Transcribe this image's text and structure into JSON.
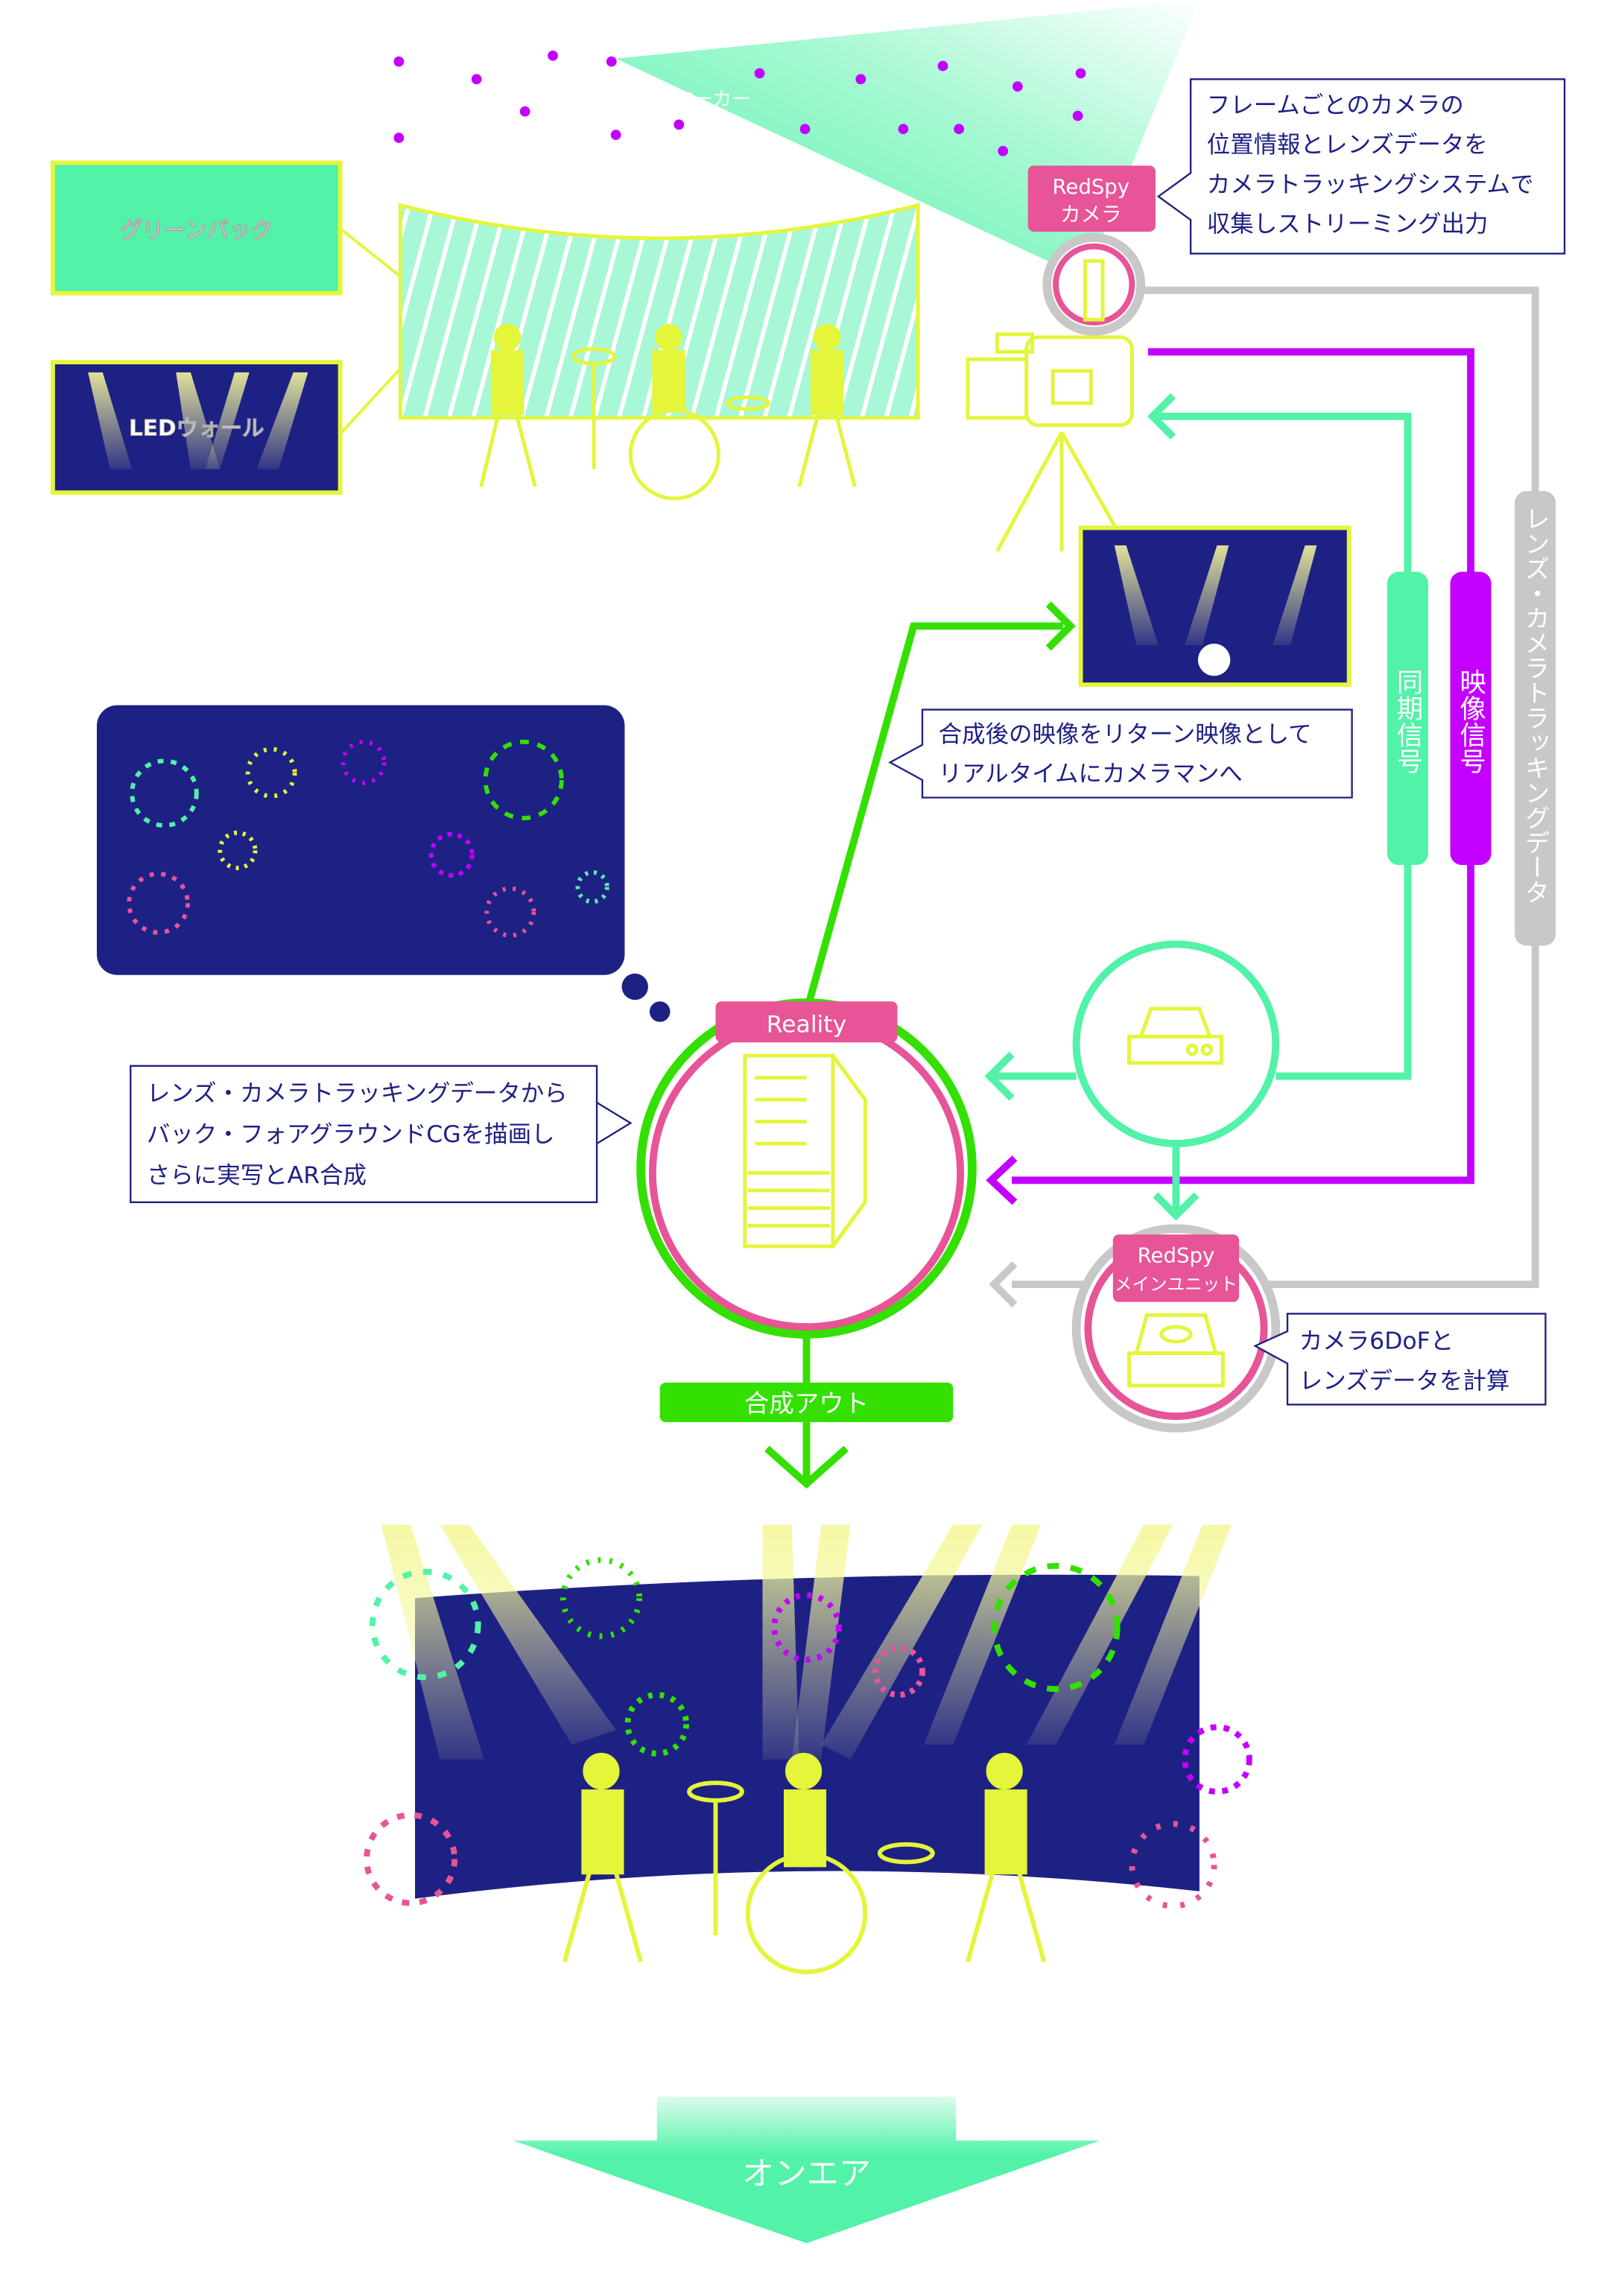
{
  "labels": {
    "marker": "マーカー",
    "green_back": "グリーンバック",
    "led_wall": "LEDウォール",
    "redspy_camera": [
      "RedSpy",
      "カメラ"
    ],
    "camera_note": [
      "フレームごとのカメラの",
      "位置情報とレンズデータを",
      "カメラトラッキングシステムで",
      "収集しストリーミング出力"
    ],
    "sync_signal": "同期信号",
    "video_signal": "映像信号",
    "tracking_data": "レンズ・カメラトラッキングデータ",
    "return_note": [
      "合成後の映像をリターン映像として",
      "リアルタイムにカメラマンへ"
    ],
    "reality": "Reality",
    "reality_note": [
      "レンズ・カメラトラッキングデータから",
      "バック・フォアグラウンドCGを描画し",
      "さらに実写とAR合成"
    ],
    "redspy_main": [
      "RedSpy",
      "メインユニット"
    ],
    "main_note": [
      "カメラ6DoFと",
      "レンズデータを計算"
    ],
    "composite_out": "合成アウト",
    "on_air": "オンエア"
  },
  "colors": {
    "mint": "#52f2a8",
    "lime": "#e4f53a",
    "pink": "#e75497",
    "purple": "#c300ff",
    "green": "#33e000",
    "gray": "#c8c8c8",
    "navy": "#1e2184"
  }
}
